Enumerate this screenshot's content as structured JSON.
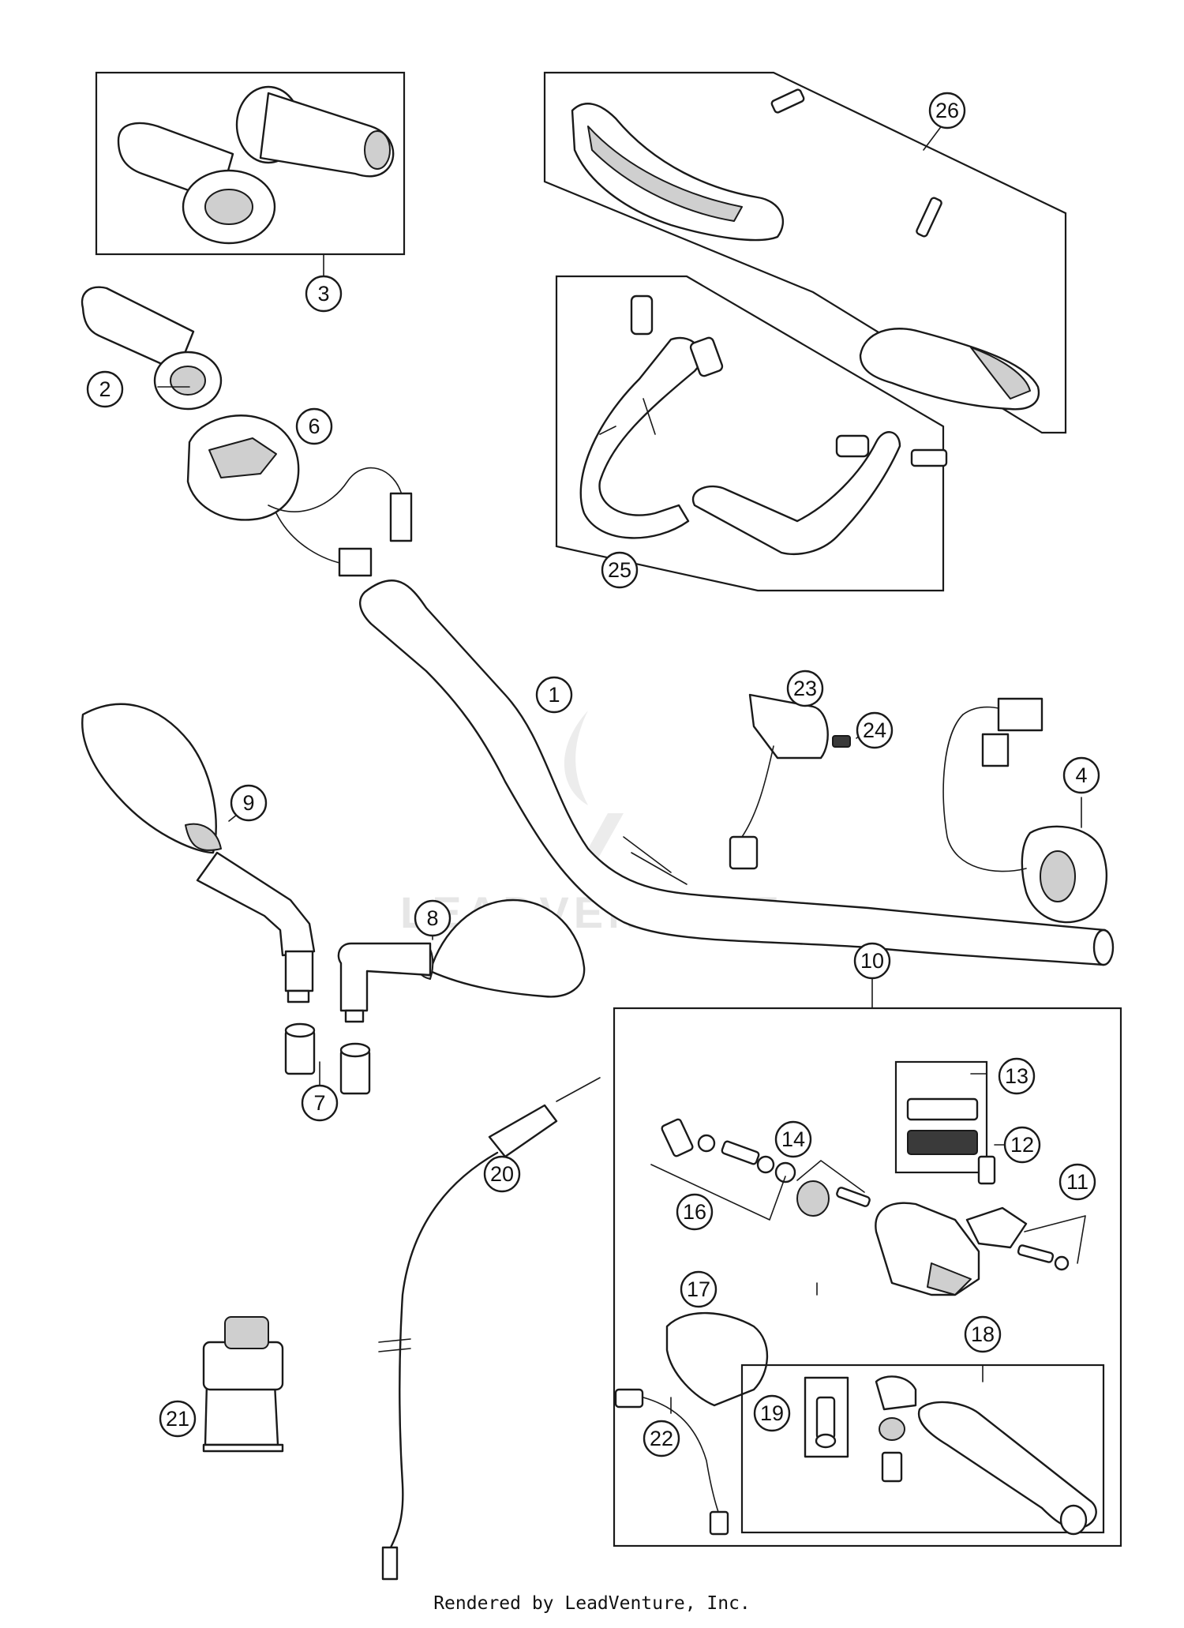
{
  "diagram": {
    "watermark_text": "LEADVENTURE",
    "callouts": [
      "1",
      "2",
      "3",
      "4",
      "6",
      "7",
      "8",
      "9",
      "10",
      "11",
      "12",
      "13",
      "14",
      "16",
      "17",
      "18",
      "19",
      "20",
      "21",
      "22",
      "23",
      "24",
      "25",
      "26"
    ]
  },
  "footer": {
    "text": "Rendered by LeadVenture, Inc."
  },
  "colors": {
    "line": "#1a1a1a",
    "shade": "#cfcfcf",
    "watermark": "#e6e6e6"
  }
}
